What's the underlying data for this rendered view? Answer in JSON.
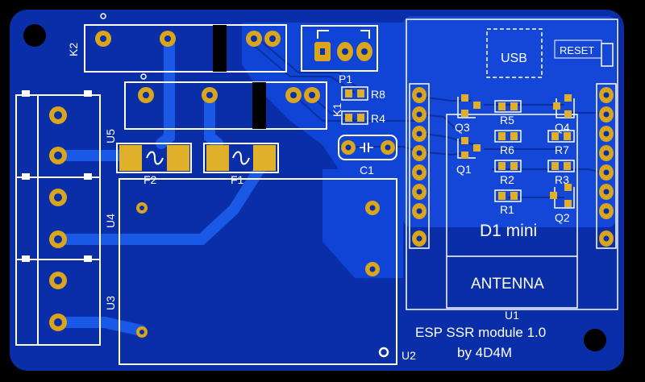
{
  "board": {
    "title_line1": "ESP SSR module 1.0",
    "title_line2": "by 4D4M",
    "colors": {
      "background": "#000000",
      "board": "#0a2ea8",
      "copper_pour": "#0f44d6",
      "trace": "#1a58e6",
      "silkscreen": "#ffffff",
      "pad_gold": "#d8a51c",
      "smd_pad": "#e0b02a"
    }
  },
  "modules": {
    "d1_mini": "D1 mini",
    "usb": "USB",
    "reset": "RESET",
    "antenna": "ANTENNA",
    "u1": "U1"
  },
  "labels": {
    "k2": "K2",
    "k1": "K1",
    "p1": "P1",
    "r8": "R8",
    "r4": "R4",
    "c1": "C1",
    "u5": "U5",
    "u4": "U4",
    "u3": "U3",
    "f2": "F2",
    "f1": "F1",
    "u2": "U2",
    "q3": "Q3",
    "q1": "Q1",
    "q4": "Q4",
    "q2": "Q2",
    "r5": "R5",
    "r6": "R6",
    "r2": "R2",
    "r1": "R1",
    "r7": "R7",
    "r3": "R3"
  }
}
